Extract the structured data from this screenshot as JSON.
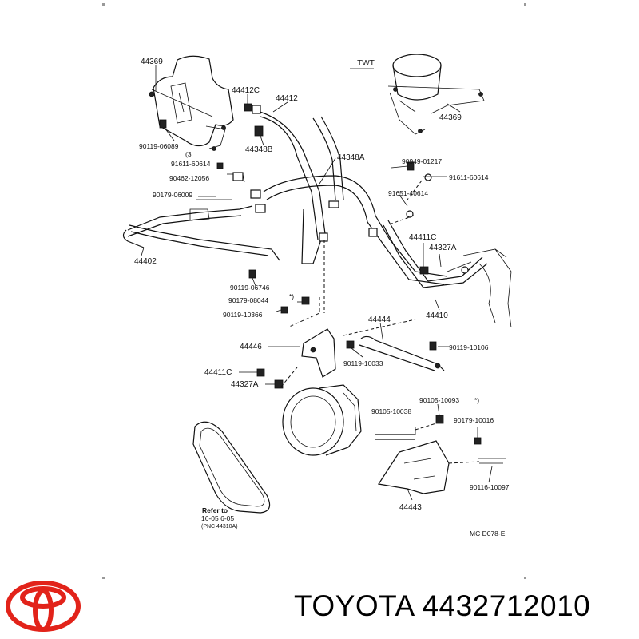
{
  "diagram": {
    "variant_tag": "TWT",
    "code": "MC   D078-E",
    "labels": {
      "p44369_left": "44369",
      "p44369_right": "44369",
      "p44412c": "44412C",
      "p44412": "44412",
      "p44348b": "44348B",
      "p44348a": "44348A",
      "p90119_06089": "90119-06089",
      "mark3": "(3",
      "p91611_60614_left": "91611-60614",
      "p90462_12056": "90462-12056",
      "p90179_06009": "90179-06009",
      "p44402": "44402",
      "p90949_01217": "90949-01217",
      "p91611_60614_right": "91611-60614",
      "p91651_40614": "91651-40614",
      "p44411c_upper": "44411C",
      "p44327a_upper": "44327A",
      "p44410": "44410",
      "p90119_06746": "90119-06746",
      "p90179_08044": "90179-08044",
      "p90119_10366": "90119-10366",
      "p44444": "44444",
      "p44446": "44446",
      "p90119_10106": "90119-10106",
      "p90119_10033": "90119-10033",
      "p44411c_lower": "44411C",
      "p44327a_lower": "44327A",
      "p90105_10093": "90105-10093",
      "p90105_10038": "90105-10038",
      "p90179_10016": "90179-10016",
      "p90116_10097": "90116-10097",
      "p44443": "44443",
      "refer_line1": "Refer to",
      "refer_line2": "16-05    6-05",
      "refer_line3": "(PNC 44310A)",
      "note_mark_1": "*)",
      "note_mark_2": "*)"
    }
  },
  "brand": {
    "name": "TOYOTA",
    "part_number": "4432712010",
    "logo_color": "#e2231a"
  }
}
